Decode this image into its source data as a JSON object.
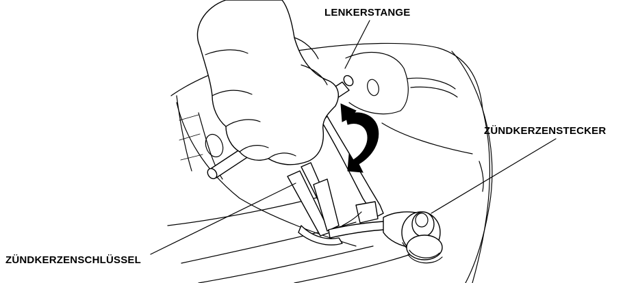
{
  "labels": {
    "handle_bar": "LENKERSTANGE",
    "spark_plug_cap": "ZÜNDKERZENSTECKER",
    "spark_plug_wrench": "ZÜNDKERZENSCHLÜSSEL"
  },
  "colors": {
    "line": "#000000",
    "background": "#ffffff"
  },
  "icons": {
    "rotation_arrow": "curved-arrow-icon"
  }
}
